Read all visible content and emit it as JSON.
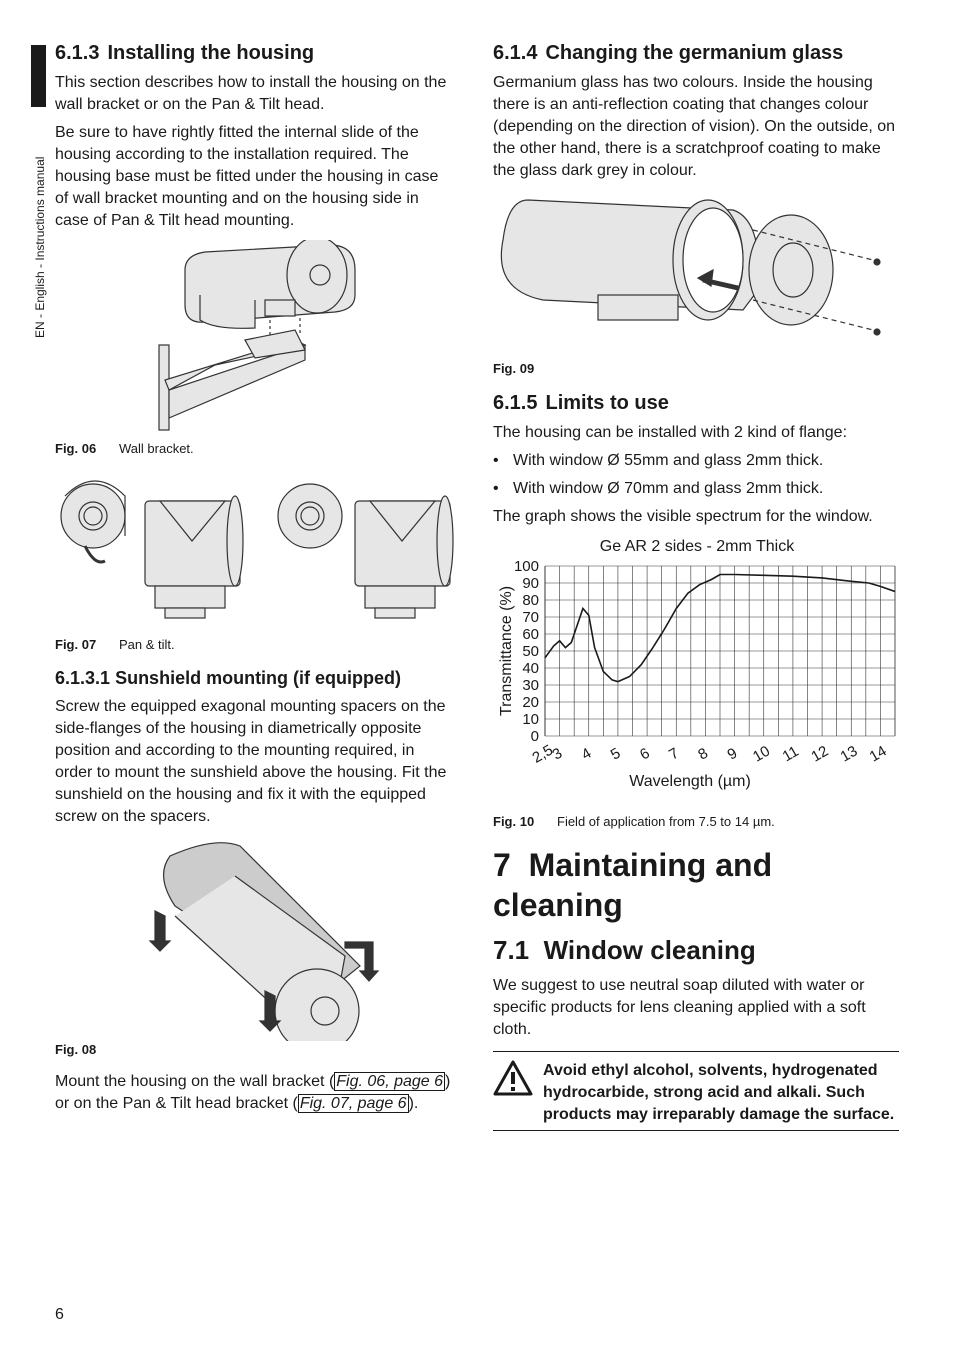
{
  "side": {
    "label": "EN - English - Instructions manual"
  },
  "page": {
    "number": "6"
  },
  "s613": {
    "num": "6.1.3",
    "title": "Installing the housing",
    "p1": "This section describes how to install the housing on the wall bracket or on the Pan & Tilt head.",
    "p2": "Be sure to have rightly fitted the internal slide of the housing according to the installation required. The housing base must be fitted under the housing in case of wall bracket mounting and on the housing side in case of Pan & Tilt head mounting."
  },
  "fig06": {
    "label": "Fig. 06",
    "text": "Wall bracket."
  },
  "fig07": {
    "label": "Fig. 07",
    "text": "Pan & tilt."
  },
  "s6131": {
    "num": "6.1.3.1",
    "title": "Sunshield mounting (if equipped)",
    "p1": "Screw the equipped exagonal mounting spacers on the side-flanges of the housing in diametrically opposite position and according to the mounting required, in order to mount the sunshield above the housing. Fit the sunshield on the housing and fix it with the equipped screw on the spacers."
  },
  "fig08": {
    "label": "Fig. 08"
  },
  "mount": {
    "t1": "Mount the housing on the wall bracket (",
    "link1": "Fig. 06, page 6",
    "t2": ") or on the Pan & Tilt head bracket (",
    "link2": "Fig. 07, page 6",
    "t3": ")."
  },
  "s614": {
    "num": "6.1.4",
    "title": "Changing the germanium glass",
    "p1": "Germanium glass has two colours. Inside the housing there is an anti-reflection coating that changes colour (depending on the direction of vision). On the outside, on the other hand, there is a scratchproof coating to make the glass dark grey in colour."
  },
  "fig09": {
    "label": "Fig. 09"
  },
  "s615": {
    "num": "6.1.5",
    "title": "Limits to use",
    "p1": "The housing can be installed with 2 kind of flange:",
    "bullets": [
      "With window Ø 55mm and glass 2mm thick.",
      "With window Ø 70mm and glass 2mm thick."
    ],
    "p2": "The graph shows the visible spectrum for the window."
  },
  "fig10": {
    "label": "Fig. 10",
    "text": "Field of application from 7.5 to 14 µm."
  },
  "chart_data": {
    "type": "line",
    "title": "Ge AR 2 sides - 2mm Thick",
    "xlabel": "Wavelength (µm)",
    "ylabel": "Transmittance (%)",
    "xticks": [
      "2,5",
      "3",
      "4",
      "5",
      "6",
      "7",
      "8",
      "9",
      "10",
      "11",
      "12",
      "13",
      "14"
    ],
    "yticks": [
      "0",
      "10",
      "20",
      "30",
      "40",
      "50",
      "60",
      "70",
      "80",
      "90",
      "100"
    ],
    "xlim": [
      2.5,
      14.5
    ],
    "ylim": [
      0,
      100
    ],
    "grid": true,
    "x": [
      2.5,
      2.8,
      3.0,
      3.2,
      3.4,
      3.6,
      3.8,
      4.0,
      4.2,
      4.5,
      4.8,
      5.0,
      5.4,
      5.8,
      6.2,
      6.6,
      7.0,
      7.4,
      7.8,
      8.2,
      8.5,
      9.0,
      10.0,
      11.0,
      12.0,
      13.0,
      13.6,
      14.0,
      14.5
    ],
    "values": [
      46,
      53,
      56,
      52,
      55,
      65,
      75,
      71,
      52,
      38,
      33,
      32,
      35,
      42,
      52,
      63,
      75,
      84,
      89,
      92,
      95,
      95,
      94.5,
      94,
      93,
      91,
      90,
      88,
      85
    ]
  },
  "s7": {
    "num": "7",
    "title": "Maintaining and cleaning"
  },
  "s71": {
    "num": "7.1",
    "title": "Window cleaning",
    "p1": "We suggest to use neutral soap diluted with water or specific products for lens cleaning applied with a soft cloth."
  },
  "warning": {
    "text": "Avoid ethyl alcohol, solvents, hydrogenated hydrocarbide, strong acid and alkali. Such products may irreparably damage the surface."
  },
  "colors": {
    "text": "#1a1a1a",
    "drawing_fill": "#e6e6e6",
    "drawing_stroke": "#333333"
  }
}
